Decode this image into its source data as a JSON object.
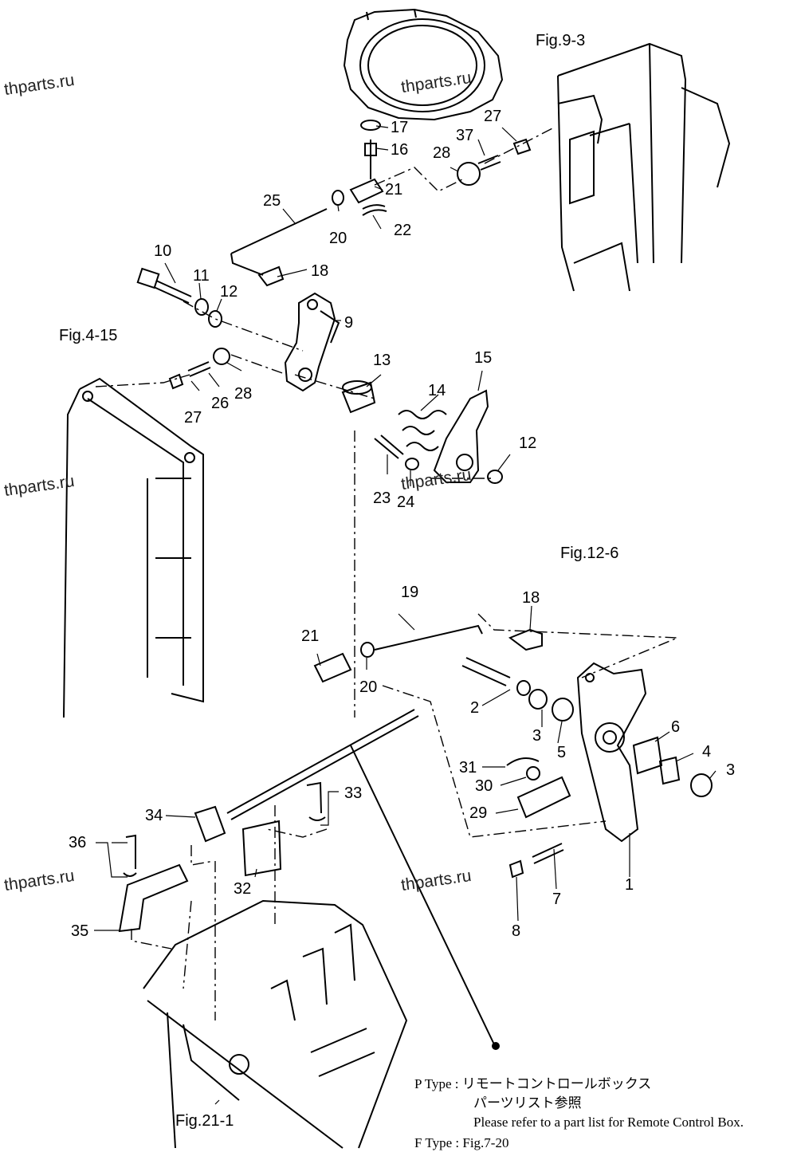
{
  "figure_refs": {
    "fig_9_3": "Fig.9-3",
    "fig_4_15": "Fig.4-15",
    "fig_12_6": "Fig.12-6",
    "fig_21_1": "Fig.21-1"
  },
  "watermark": "thparts.ru",
  "callouts": {
    "c1": "1",
    "c2": "2",
    "c3a": "3",
    "c3b": "3",
    "c4": "4",
    "c5": "5",
    "c6": "6",
    "c7": "7",
    "c8": "8",
    "c9": "9",
    "c10": "10",
    "c11": "11",
    "c12a": "12",
    "c12b": "12",
    "c13": "13",
    "c14": "14",
    "c15": "15",
    "c16": "16",
    "c17": "17",
    "c18a": "18",
    "c18b": "18",
    "c19": "19",
    "c20a": "20",
    "c20b": "20",
    "c21a": "21",
    "c21b": "21",
    "c22": "22",
    "c23": "23",
    "c24": "24",
    "c25": "25",
    "c26": "26",
    "c27a": "27",
    "c27b": "27",
    "c28a": "28",
    "c28b": "28",
    "c29": "29",
    "c30": "30",
    "c31": "31",
    "c32": "32",
    "c33": "33",
    "c34": "34",
    "c35": "35",
    "c36": "36",
    "c37": "37"
  },
  "notes": {
    "p_type": "P Type : リモートコントロールボックス",
    "p_type_2": "パーツリスト参照",
    "p_type_en": "Please refer to a part list for Remote Control Box.",
    "f_type": "F Type : Fig.7-20"
  }
}
